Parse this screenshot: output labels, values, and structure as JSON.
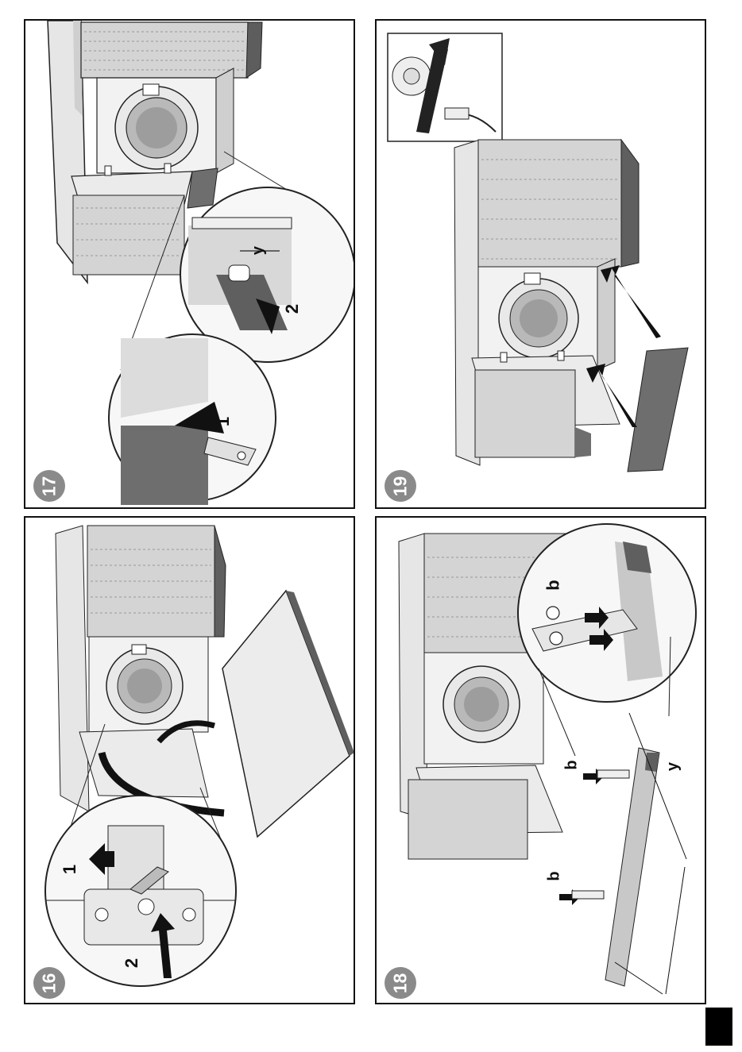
{
  "panels": {
    "p17": {
      "step": "17",
      "callout_1": "1",
      "callout_2": "2",
      "dim_y": "y"
    },
    "p19": {
      "step": "19"
    },
    "p16": {
      "step": "16",
      "callout_1": "1",
      "callout_2": "2"
    },
    "p18": {
      "step": "18",
      "screw_b_1": "b",
      "screw_b_2": "b",
      "screw_b_3": "b",
      "dim_y": "y"
    }
  },
  "colors": {
    "border": "#111111",
    "badge": "#8a8a8a",
    "cabinet": "#d6d6d6",
    "panel_dark": "#6e6e6e",
    "door": "#ebebeb"
  }
}
